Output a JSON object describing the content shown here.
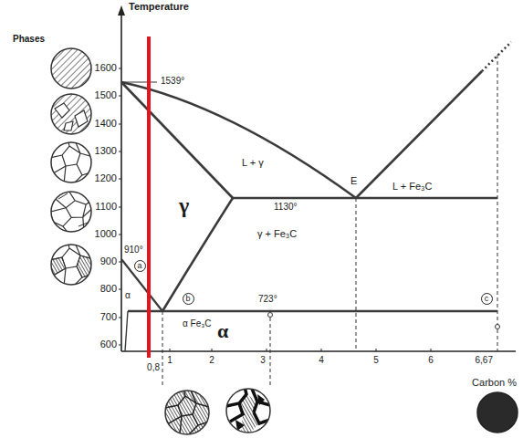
{
  "diagram": {
    "nodes": [
      {
        "text": [
          "a"
        ]
      },
      {
        "text": [
          "b"
        ]
      },
      {
        "text": [
          "c"
        ]
      }
    ],
    "labels": [
      "Temperature",
      "Phases",
      "1600",
      "1500",
      "1400",
      "1300",
      "1200",
      "1100",
      "1000",
      "900",
      "800",
      "700",
      "600",
      "1539°",
      "L + γ",
      "E",
      "L + Fe₃C",
      "γ",
      "1130°",
      "γ + Fe₃C",
      "910°",
      "α",
      "723°",
      "α Fe₃C",
      "α",
      "0,8",
      "1",
      "2",
      "3",
      "4",
      "5",
      "6",
      "6,67",
      "Carbon %"
    ]
  }
}
